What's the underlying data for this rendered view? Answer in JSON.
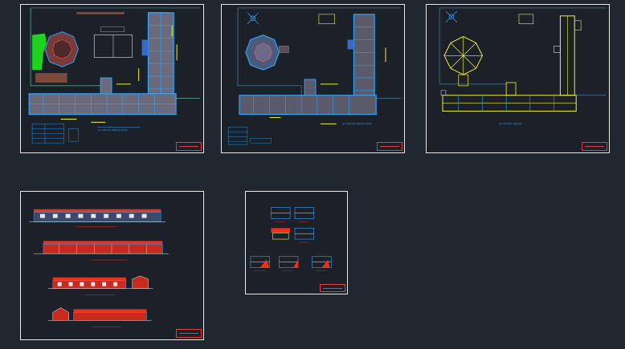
{
  "drawing": {
    "background": "#212730",
    "sheet_border": "#e8e8e8",
    "accent_blue": "#2aa6ff",
    "accent_yellow": "#f2f23a",
    "accent_red": "#e8321e",
    "accent_green": "#1fd21f"
  },
  "sheets": [
    {
      "name": "floor-plan-1",
      "caption": "Av. Chimbo Pampa Kima"
    },
    {
      "name": "floor-plan-2",
      "caption": "Av. Chimbo Pampa Kima"
    },
    {
      "name": "roof-plan",
      "caption": "Av. Chimbo Ingreso"
    },
    {
      "name": "elevations",
      "caption": ""
    },
    {
      "name": "details",
      "caption": ""
    }
  ]
}
